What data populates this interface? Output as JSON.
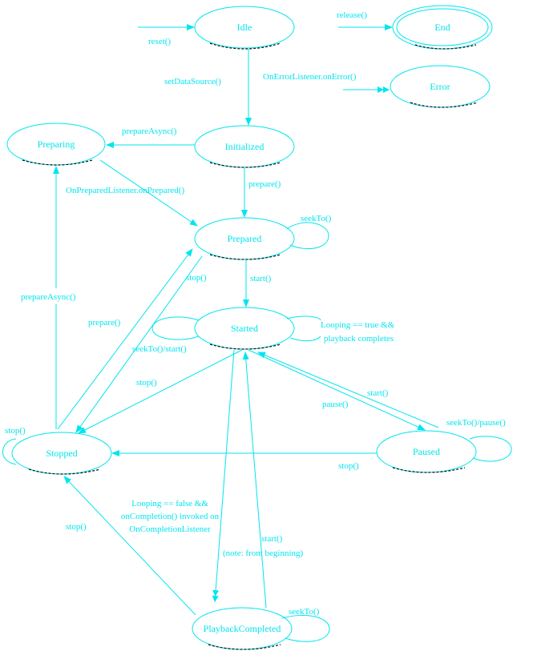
{
  "colors": {
    "line": "#00e5ee",
    "text": "#00e5ee"
  },
  "states": {
    "idle": "Idle",
    "end": "End",
    "error": "Error",
    "preparing": "Preparing",
    "initialized": "Initialized",
    "prepared": "Prepared",
    "started": "Started",
    "stopped": "Stopped",
    "paused": "Paused",
    "playback_completed": "PlaybackCompleted"
  },
  "transitions": {
    "reset": "reset()",
    "release": "release()",
    "set_data_source": "setDataSource()",
    "on_error": "OnErrorListener.onError()",
    "prepare_async_init": "prepareAsync()",
    "prepare_init": "prepare()",
    "on_prepared": "OnPreparedListener.onPrepared()",
    "seek_prepared": "seekTo()",
    "start_prepared": "start()",
    "stop_prepared": "stop()",
    "prepare_stopped": "prepare()",
    "prepare_async_stopped": "prepareAsync()",
    "seek_start_started": "seekTo()/start()",
    "looping_true_1": "Looping == true &&",
    "looping_true_2": "playback completes",
    "stop_started": "stop()",
    "pause_started": "pause()",
    "start_paused": "start()",
    "seek_pause_paused": "seekTo()/pause()",
    "stop_paused": "stop()",
    "stop_stopped": "stop()",
    "looping_false_1": "Looping == false &&",
    "looping_false_2": "onCompletion() invoked on",
    "looping_false_3": "OnCompletionListener",
    "start_completed_1": "start()",
    "start_completed_2": "(note: from beginning)",
    "stop_completed": "stop()",
    "seek_completed": "seekTo()"
  }
}
